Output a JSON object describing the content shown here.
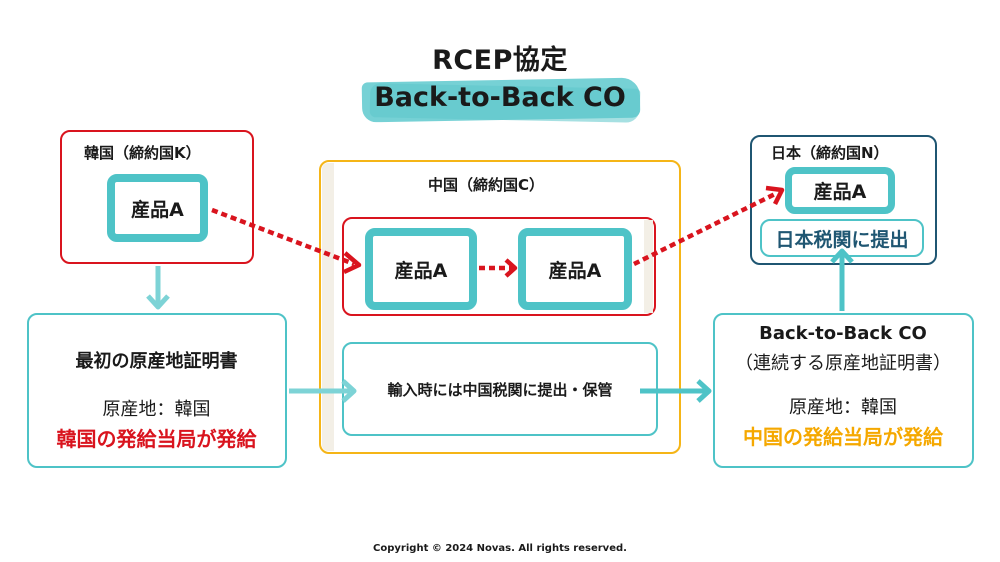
{
  "title": {
    "main": "RCEP協定",
    "subtitle": "Back-to-Back CO"
  },
  "colors": {
    "teal": "#4ec3c7",
    "red": "#d9141e",
    "yellow": "#f5b517",
    "navy": "#1f5672",
    "highlight": "#6fcfd3"
  },
  "korea": {
    "label": "韓国（締約国K）",
    "product": "産品A"
  },
  "china": {
    "label": "中国（締約国C）",
    "product_in": "産品A",
    "product_out": "産品A",
    "customs": "輸入時には中国税関に提出・保管"
  },
  "japan": {
    "label": "日本（締約国N）",
    "product": "産品A",
    "customs": "日本税関に提出"
  },
  "first_co": {
    "title": "最初の原産地証明書",
    "origin": "原産地：韓国",
    "issuer": "韓国の発給当局が発給"
  },
  "b2b_co": {
    "title": "Back-to-Back CO",
    "subtitle": "（連続する原産地証明書）",
    "origin": "原産地：韓国",
    "issuer": "中国の発給当局が発給"
  },
  "footer": {
    "copyright": "Copyright © 2024 Novas. All rights reserved."
  }
}
